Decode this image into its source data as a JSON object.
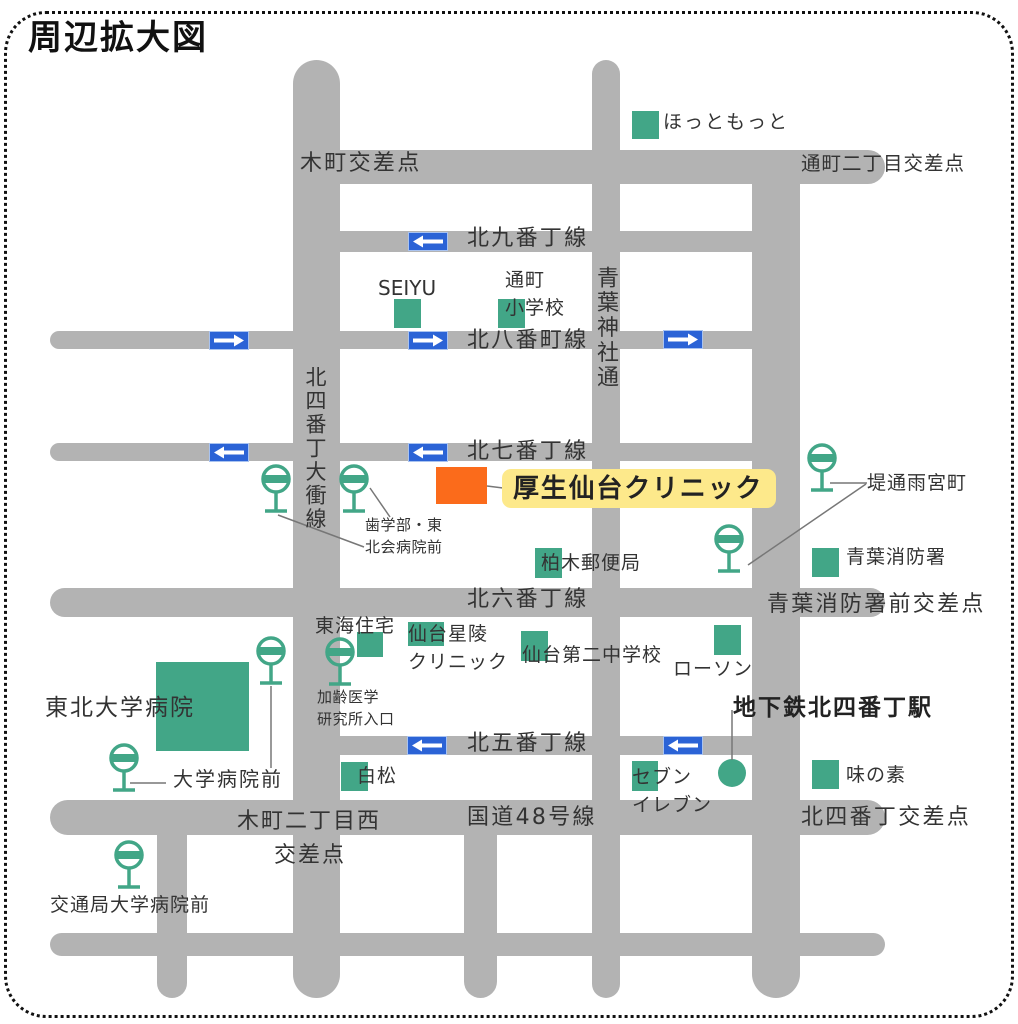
{
  "title": "周辺拡大図",
  "clinic": {
    "name": "厚生仙台クリニック"
  },
  "streets": {
    "kita9": "北九番丁線",
    "kita8": "北八番町線",
    "kita7": "北七番丁線",
    "kita6": "北六番丁線",
    "kita5": "北五番丁線",
    "route48": "国道48号線",
    "kita4_taisho": "北四番丁大衝線",
    "aoba_jinja": "青葉神社通"
  },
  "intersections": {
    "kimachi": "木町交差点",
    "tori_2chome": "通町二丁目交差点",
    "aoba_fire_front": "青葉消防署前交差点",
    "kimachi_2chome_west_line1": "木町二丁目西",
    "kimachi_2chome_west_line2": "交差点",
    "kita4": "北四番丁交差点"
  },
  "landmarks": {
    "hottomotto": "ほっともっと",
    "seiyu": "SEIYU",
    "school_line1": "通町",
    "school_line2": "小学校",
    "post_office": "柏木郵便局",
    "fire_station": "青葉消防署",
    "tokai": "東海住宅",
    "seiryo_line1": "仙台星陵",
    "seiryo_line2": "クリニック",
    "junior_high": "仙台第二中学校",
    "lawson": "ローソン",
    "tohoku_hospital": "東北大学病院",
    "shiramatsu": "白松",
    "seven_line1": "セブン",
    "seven_line2": "イレブン",
    "ajinomoto": "味の素"
  },
  "bus_stops": {
    "dental_line1": "歯学部・東",
    "dental_line2": "北会病院前",
    "tsutsumidori": "堤通雨宮町",
    "aging_line1": "加齢医学",
    "aging_line2": "研究所入口",
    "univ_hospital": "大学病院前",
    "kotsukyoku": "交通局大学病院前"
  },
  "station": {
    "name": "地下鉄北四番丁駅"
  },
  "colors": {
    "road": "#b3b3b3",
    "poi_green": "#42a687",
    "clinic_orange": "#fb6b1b",
    "clinic_label_yellow": "#fde98b",
    "oneway_blue": "#2b63d6"
  }
}
